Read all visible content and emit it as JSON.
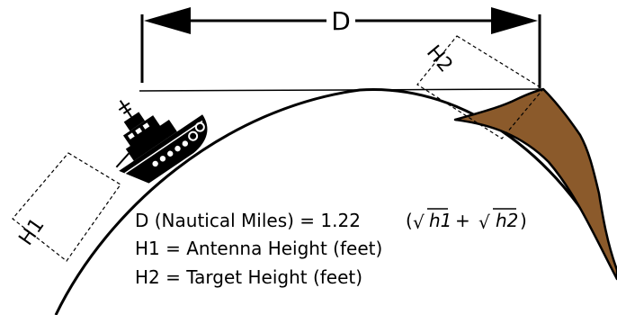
{
  "diagram": {
    "distance_label": "D",
    "h1_label": "H1",
    "h2_label": "H2",
    "formula": {
      "lhs": "D (Nautical Miles) = 1.22",
      "open_paren": "(",
      "sqrt_sign": "√",
      "h1_term": "h1",
      "plus": "+",
      "h2_term": "h2",
      "close_paren": ")"
    },
    "legend": {
      "h1_definition": "H1 = Antenna Height (feet)",
      "h2_definition": "H2 = Target Height (feet)"
    },
    "colors": {
      "earth": "#ffffff",
      "outline": "#000000",
      "mountain": "#8b5a2b",
      "ship": "#000000"
    }
  }
}
